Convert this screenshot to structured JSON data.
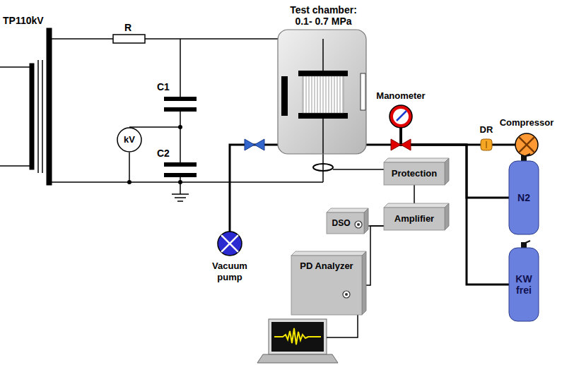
{
  "diagram": {
    "nodes": [
      {
        "text": [
          "kV"
        ]
      },
      {
        "text": [
          "Test chamber: 0.1- 0.7 MPa"
        ]
      },
      {
        "text": [
          "Manometer"
        ]
      },
      {
        "text": [
          "DR"
        ]
      },
      {
        "text": [
          "Compressor"
        ]
      },
      {
        "text": [
          "N2"
        ]
      },
      {
        "text": [
          "KW frei"
        ]
      },
      {
        "text": [
          "Protection"
        ]
      },
      {
        "text": [
          "Amplifier"
        ]
      },
      {
        "text": [
          "DSO"
        ]
      },
      {
        "text": [
          "PD Analyzer"
        ]
      },
      {
        "text": [
          "Vacuum pump"
        ]
      }
    ],
    "edges": [
      {
        "from": 1,
        "to": 2,
        "arrow": "none"
      },
      {
        "from": 2,
        "to": 3,
        "arrow": "none"
      },
      {
        "from": 3,
        "to": 4,
        "arrow": "none"
      },
      {
        "from": 2,
        "to": 5,
        "arrow": "none"
      },
      {
        "from": 2,
        "to": 6,
        "arrow": "none"
      },
      {
        "from": 11,
        "to": 1,
        "arrow": "none"
      },
      {
        "from": 7,
        "to": 8,
        "arrow": "none"
      },
      {
        "from": 8,
        "to": 9,
        "arrow": "none"
      },
      {
        "from": 8,
        "to": 10,
        "arrow": "none"
      }
    ],
    "labels": [
      "TP110kV",
      "R",
      "C1",
      "C2"
    ]
  }
}
